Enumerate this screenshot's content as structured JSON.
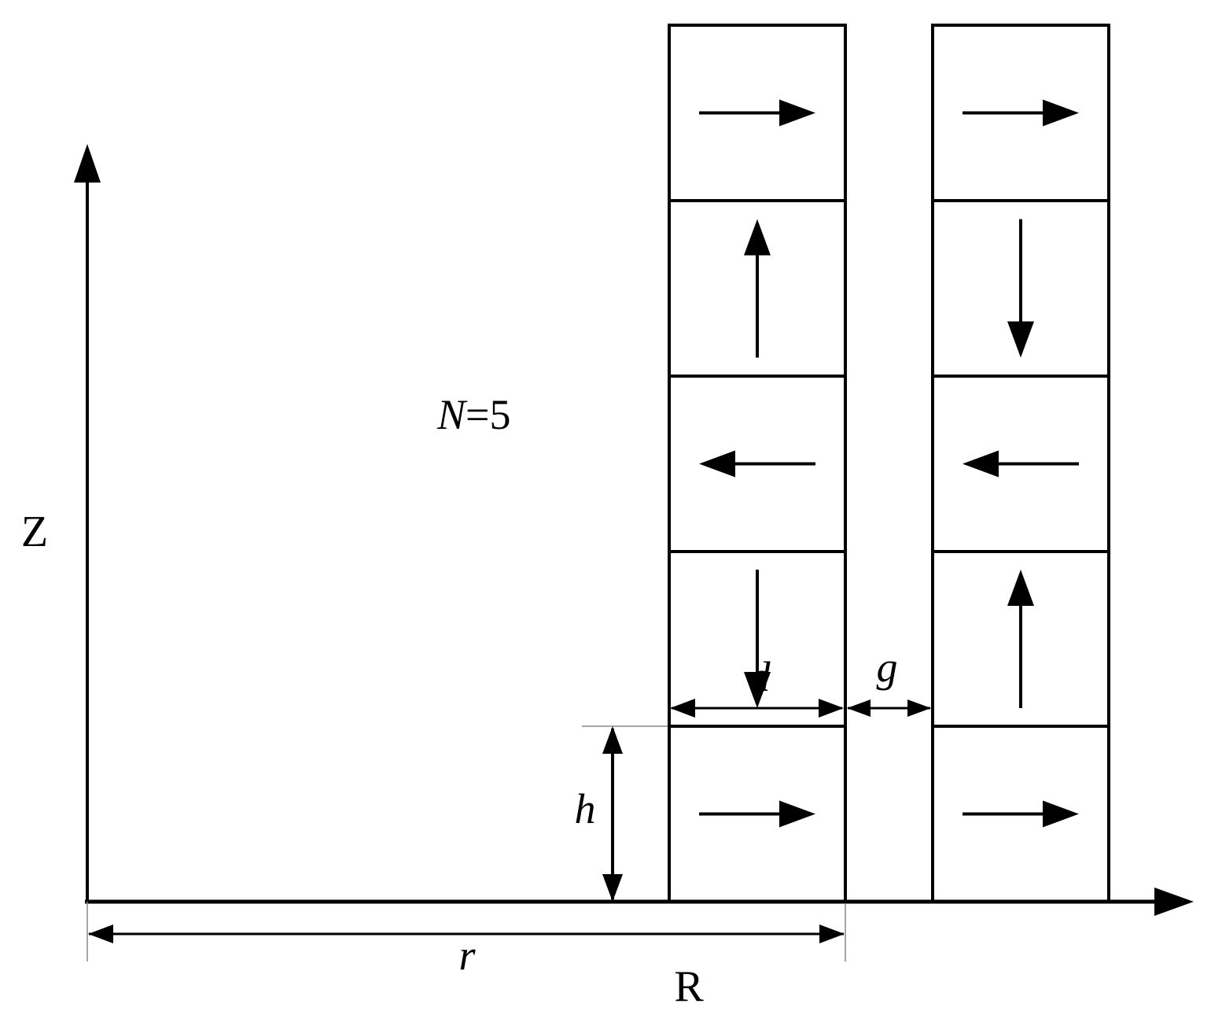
{
  "labels": {
    "z_axis": "Z",
    "r_axis": "R",
    "n_label": "N=5",
    "n_var": "N",
    "n_eq": "=5",
    "r_dim": "r",
    "h_dim": "h",
    "d_dim": "d",
    "g_dim": "g"
  },
  "magnetization": {
    "inner_column": [
      "right",
      "up",
      "left",
      "down",
      "right"
    ],
    "outer_column": [
      "right",
      "down",
      "left",
      "up",
      "right"
    ]
  },
  "colors": {
    "ink": "#000000",
    "background": "#ffffff",
    "guide": "#888888"
  }
}
